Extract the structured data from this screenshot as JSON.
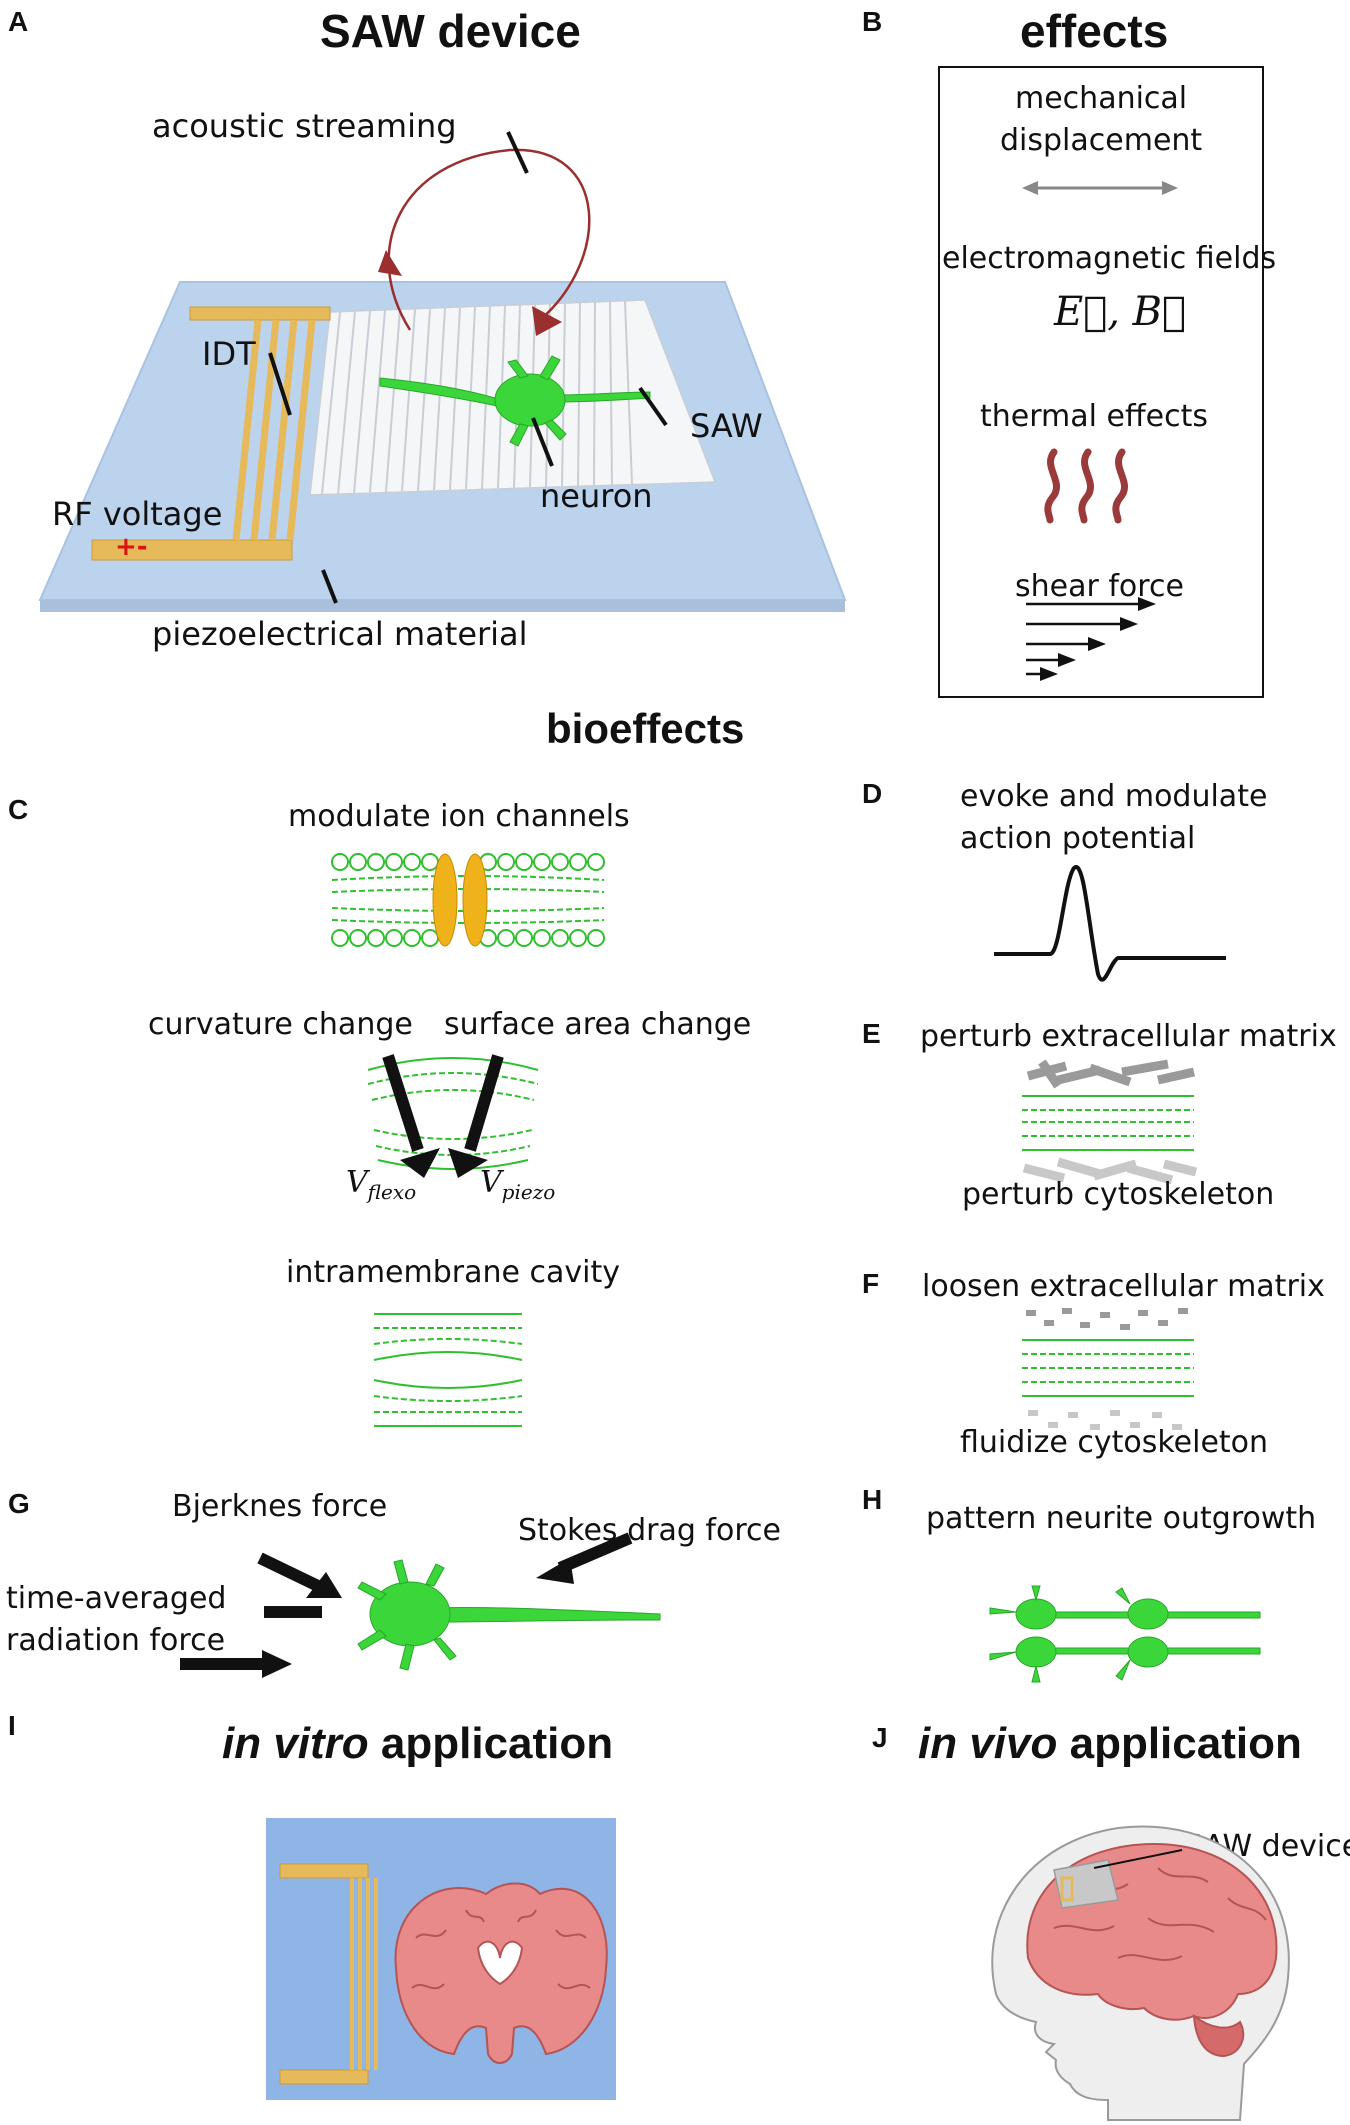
{
  "panels": {
    "A": "A",
    "B": "B",
    "C": "C",
    "D": "D",
    "E": "E",
    "F": "F",
    "G": "G",
    "H": "H",
    "I": "I",
    "J": "J"
  },
  "A": {
    "title": "SAW device",
    "acoustic_streaming": "acoustic streaming",
    "idt": "IDT",
    "saw": "SAW",
    "neuron": "neuron",
    "rf_voltage": "RF voltage",
    "polarity": "+-",
    "piezo": "piezoelectrical material"
  },
  "B": {
    "title": "effects",
    "mech_line1": "mechanical",
    "mech_line2": "displacement",
    "em": "electromagnetic fields",
    "em_eq": "E⃗, B⃗",
    "thermal": "thermal effects",
    "shear": "shear force"
  },
  "bioeffects_title": "bioeffects",
  "C": {
    "ion": "modulate ion channels",
    "curv": "curvature change",
    "surf": "surface area change",
    "vflexo_v": "V",
    "vflexo_sub": "flexo",
    "vpiezo_v": "V",
    "vpiezo_sub": "piezo",
    "cavity": "intramembrane cavity"
  },
  "D": {
    "line1": "evoke and modulate",
    "line2": "action potential"
  },
  "E": {
    "top": "perturb extracellular matrix",
    "bottom": "perturb cytoskeleton"
  },
  "F": {
    "top": "loosen extracellular matrix",
    "bottom": "fluidize cytoskeleton"
  },
  "G": {
    "bjerknes": "Bjerknes force",
    "stokes": "Stokes drag force",
    "time_line1": "time-averaged",
    "time_line2": "radiation force"
  },
  "H": {
    "text": "pattern neurite outgrowth"
  },
  "I": {
    "italic": "in vitro",
    "rest": " application"
  },
  "J": {
    "italic": "in vivo",
    "rest": " application",
    "saw_device": "SAW device"
  },
  "colors": {
    "substrate": "#bcd3ee",
    "gold": "#e6b95a",
    "neuron_green": "#3ad63a",
    "membrane_green": "#2fbf2f",
    "streaming_red": "#9b2f2f",
    "brain_pink": "#e98a8a",
    "vitro_bg": "#8fb4e6"
  }
}
